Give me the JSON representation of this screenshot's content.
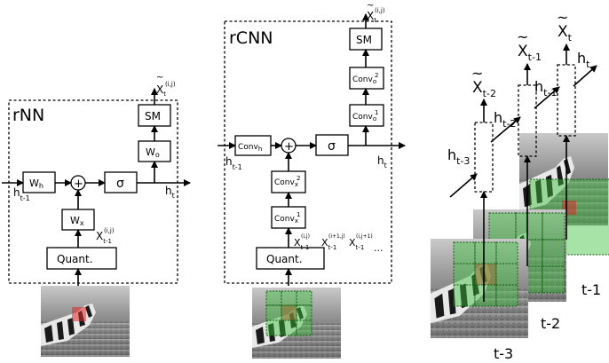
{
  "panels": {
    "rnn": {
      "title": "rNN",
      "wh": "W",
      "wh_sub": "h",
      "wx": "W",
      "wx_sub": "x",
      "wo": "W",
      "wo_sub": "o",
      "sm": "SM",
      "sigma": "σ",
      "quant": "Quant.",
      "plus": "+",
      "h_in": "h",
      "h_in_sub": "t-1",
      "h_out": "h",
      "h_out_sub": "t",
      "x_in": "X",
      "x_in_sub": "t-1",
      "x_in_sup": "(i,j)",
      "x_out": "X",
      "x_out_sub": "t",
      "x_out_sup": "(i,j)"
    },
    "rcnn": {
      "title": "rCNN",
      "conv_h": "Conv",
      "conv_h_sub": "h",
      "conv_x1": "Conv",
      "conv_x1_sub": "x",
      "conv_x1_sup": "1",
      "conv_x2": "Conv",
      "conv_x2_sub": "x",
      "conv_x2_sup": "2",
      "conv_o1": "Conv",
      "conv_o1_sub": "o",
      "conv_o1_sup": "1",
      "conv_o2": "Conv",
      "conv_o2_sub": "o",
      "conv_o2_sup": "2",
      "sm": "SM",
      "sigma": "σ",
      "quant": "Quant.",
      "plus": "+",
      "h_in": "h",
      "h_in_sub": "t-1",
      "h_out": "h",
      "h_out_sub": "t",
      "inputs": [
        {
          "base": "X",
          "sub": "t-1",
          "sup": "(i,j)"
        },
        {
          "base": "X",
          "sub": "t-1",
          "sup": "(i+1,j)"
        },
        {
          "base": "X",
          "sub": "t-1",
          "sup": "(i,j+1)"
        }
      ],
      "ellipsis": "...",
      "x_out": "X",
      "x_out_sub": "t",
      "x_out_sup": "(i,j)"
    },
    "unrolled": {
      "outputs": [
        {
          "base": "X",
          "sub": "t-2"
        },
        {
          "base": "X",
          "sub": "t-1"
        },
        {
          "base": "X",
          "sub": "t"
        }
      ],
      "hidden": [
        {
          "base": "h",
          "sub": "t-3"
        },
        {
          "base": "h",
          "sub": "t-2"
        },
        {
          "base": "h",
          "sub": "t-1"
        },
        {
          "base": "h",
          "sub": "t"
        }
      ],
      "frame_labels": [
        "t-3",
        "t-2",
        "t-1"
      ]
    }
  }
}
